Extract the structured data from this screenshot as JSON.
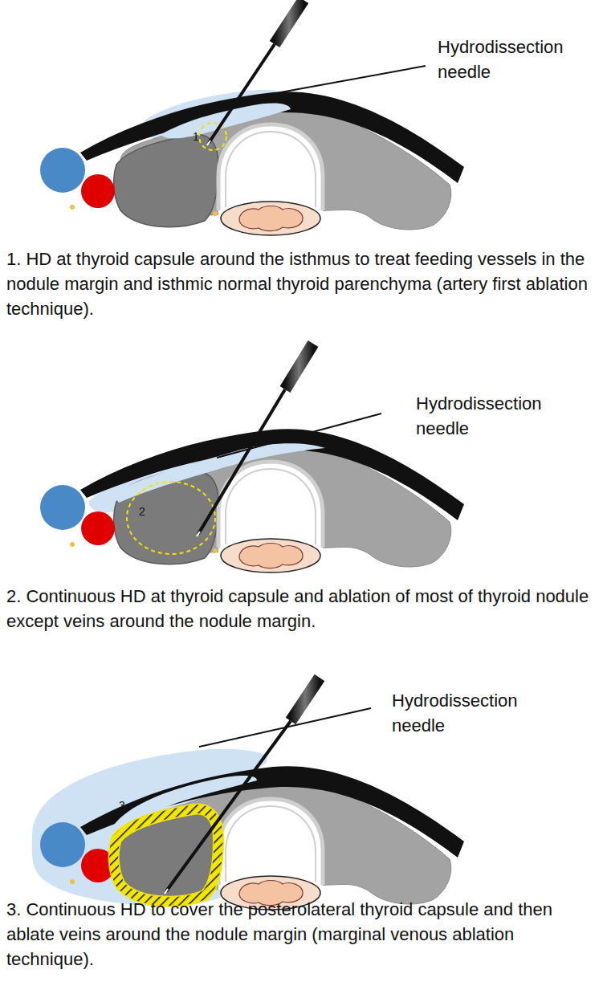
{
  "diagram": {
    "labels": [
      "Hydrodissection needle",
      "1",
      "1. HD at thyroid capsule around the isthmus to treat feeding vessels in the nodule margin and isthmic normal thyroid parenchyma (artery first ablation technique).",
      "Hydrodissection needle",
      "2",
      "2. Continuous HD at thyroid capsule and ablation of most of thyroid nodule except veins around the nodule margin.",
      "Hydrodissection needle",
      "3",
      "3. Continuous HD to cover the posterolateral thyroid capsule and then ablate veins around the nodule margin (marginal venous ablation technique)."
    ]
  }
}
